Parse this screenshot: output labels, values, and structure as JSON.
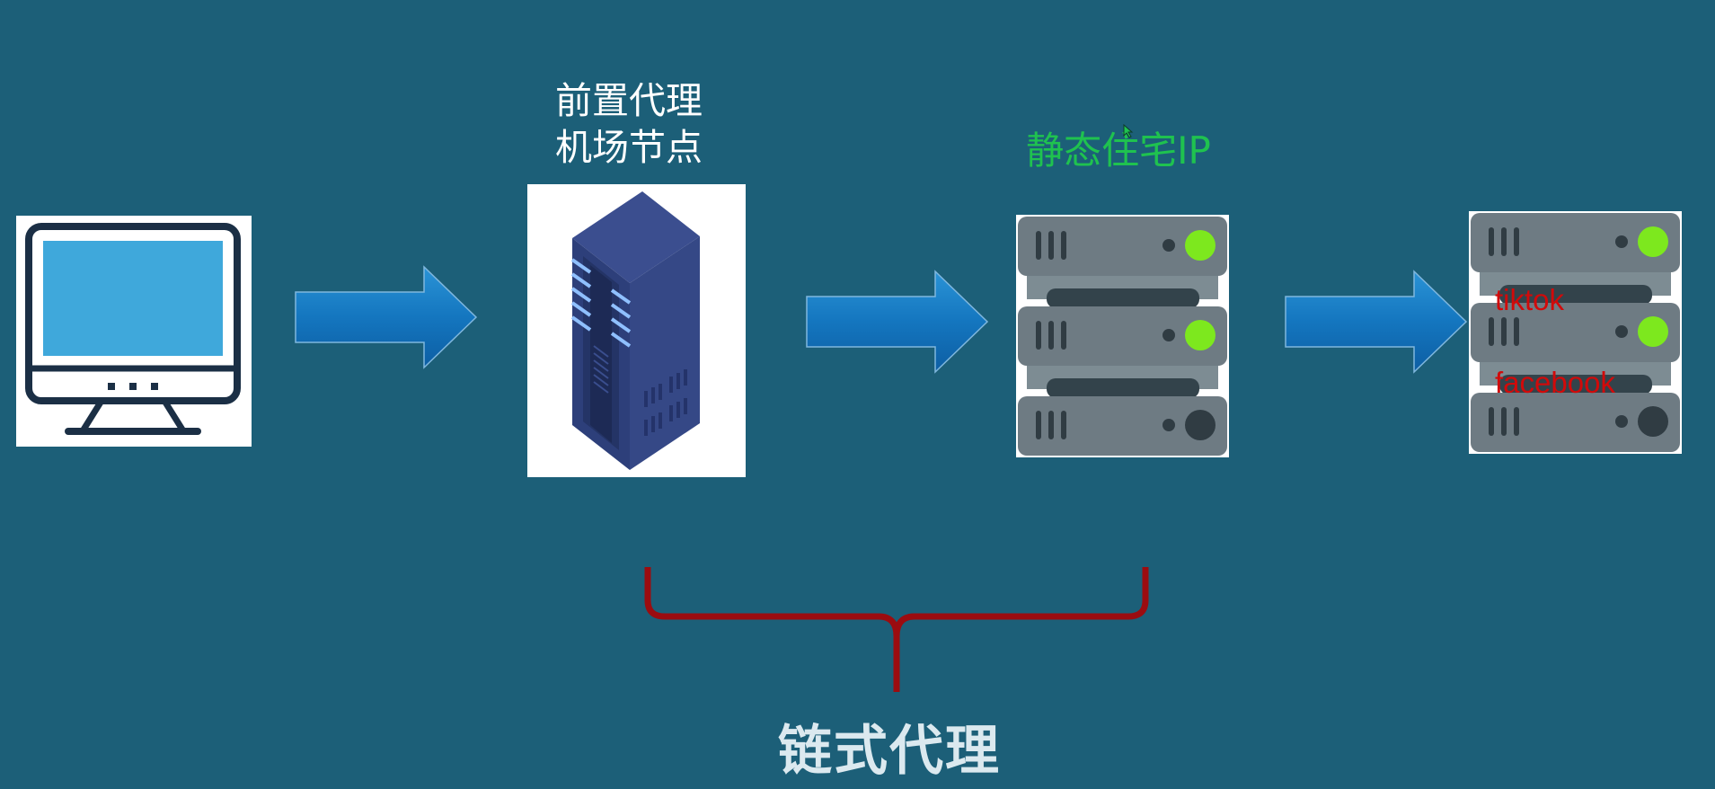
{
  "labels": {
    "front_proxy_line1": "前置代理",
    "front_proxy_line2": "机场节点",
    "static_residential_ip": "静态住宅IP",
    "chain_proxy": "链式代理"
  },
  "destinations": [
    {
      "label": "tiktok"
    },
    {
      "label": "facebook"
    }
  ],
  "colors": {
    "background": "#1c5f78",
    "arrow": "#1a7dc4",
    "static_ip_text": "#1fc24f",
    "destination_text": "#d10a0a",
    "brace": "#b00b0b",
    "led": "#7de81e"
  },
  "nodes": [
    {
      "icon": "computer-monitor-icon"
    },
    {
      "icon": "server-tower-icon"
    },
    {
      "icon": "server-rack-icon"
    },
    {
      "icon": "server-rack-icon"
    }
  ]
}
